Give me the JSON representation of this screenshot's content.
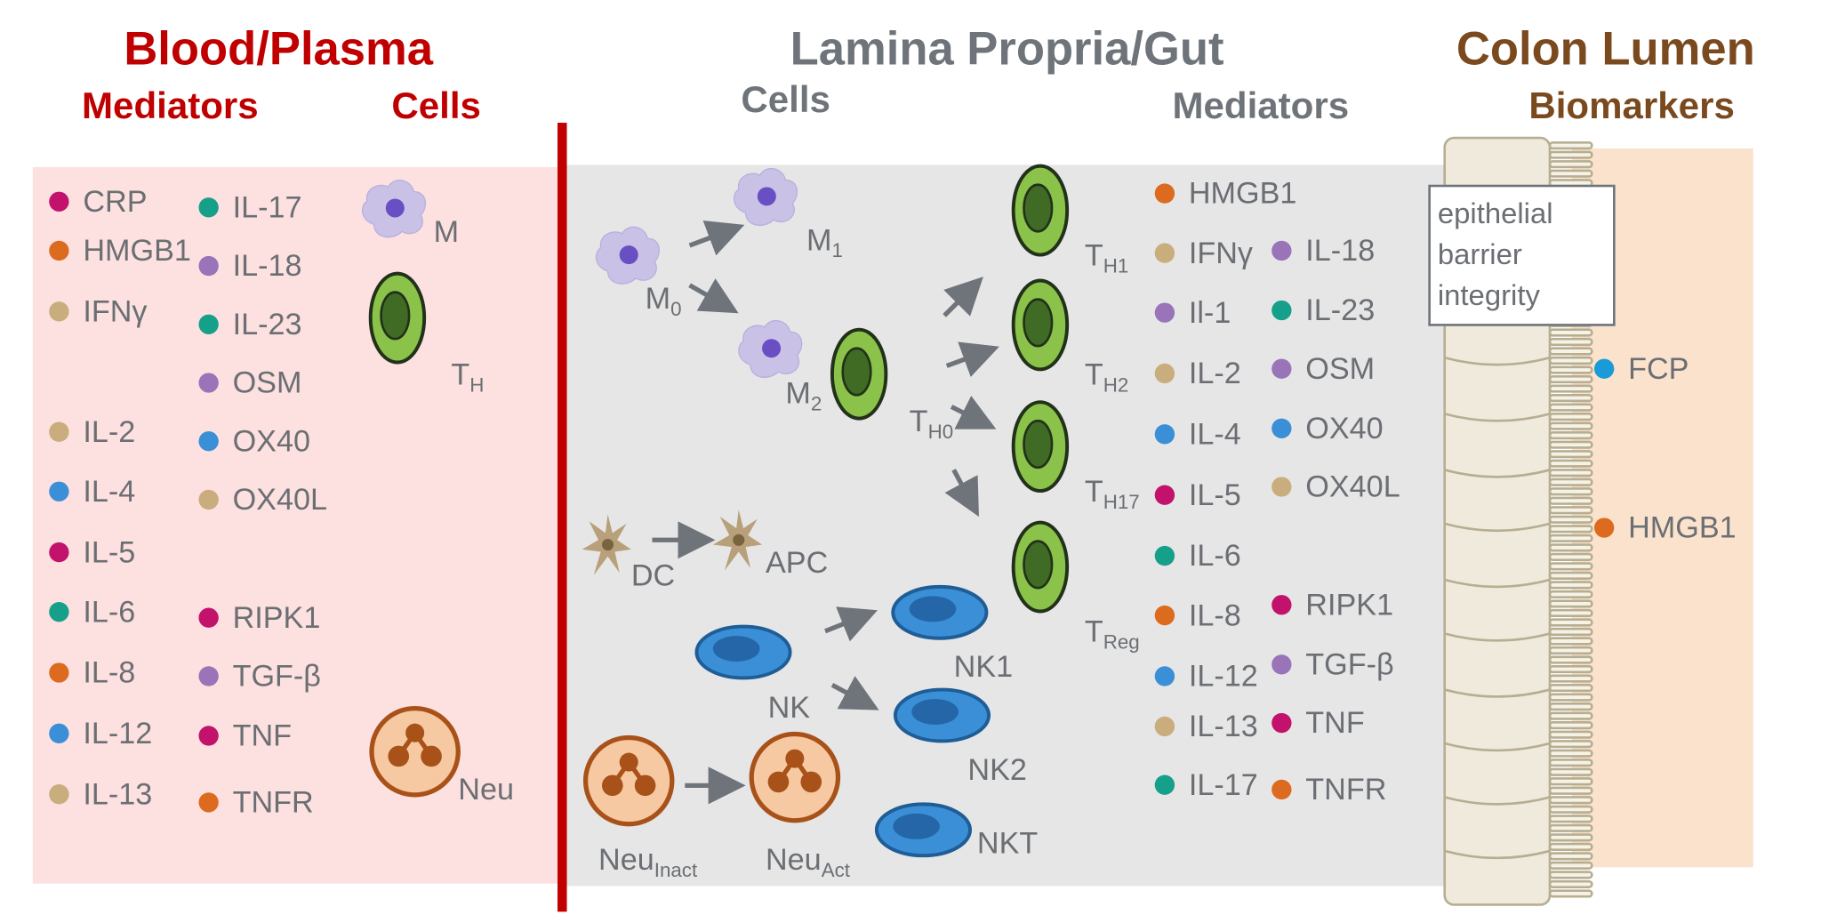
{
  "headers": {
    "blood": {
      "title": "Blood/Plasma",
      "mediators": "Mediators",
      "cells": "Cells"
    },
    "gut": {
      "title": "Lamina Propria/Gut",
      "cells": "Cells",
      "mediators": "Mediators"
    },
    "lumen": {
      "title": "Colon Lumen",
      "biomarkers": "Biomarkers"
    }
  },
  "colors": {
    "magenta": "#c2126c",
    "orange": "#dd6b1f",
    "tan": "#c9ad7c",
    "teal": "#16a08a",
    "purple": "#9a74b8",
    "blue": "#3a8fd6",
    "bloodPanel": "#fde0e0",
    "gutPanel": "#e6e6e7",
    "lumenPanel": "#fbe2cc",
    "divider": "#c00000"
  },
  "blood_mediators_col1": [
    {
      "label": "CRP",
      "color": "#c2126c"
    },
    {
      "label": "HMGB1",
      "color": "#dd6b1f"
    },
    {
      "label": "IFNγ",
      "color": "#c9ad7c"
    },
    {
      "label": "IL-2",
      "color": "#c9ad7c"
    },
    {
      "label": "IL-4",
      "color": "#3a8fd6"
    },
    {
      "label": "IL-5",
      "color": "#c2126c"
    },
    {
      "label": "IL-6",
      "color": "#16a08a"
    },
    {
      "label": "IL-8",
      "color": "#dd6b1f"
    },
    {
      "label": "IL-12",
      "color": "#3a8fd6"
    },
    {
      "label": "IL-13",
      "color": "#c9ad7c"
    }
  ],
  "blood_mediators_col2": [
    {
      "label": "IL-17",
      "color": "#16a08a"
    },
    {
      "label": "IL-18",
      "color": "#9a74b8"
    },
    {
      "label": "IL-23",
      "color": "#16a08a"
    },
    {
      "label": "OSM",
      "color": "#9a74b8"
    },
    {
      "label": "OX40",
      "color": "#3a8fd6"
    },
    {
      "label": "OX40L",
      "color": "#c9ad7c"
    },
    {
      "label": "RIPK1",
      "color": "#c2126c"
    },
    {
      "label": "TGF-β",
      "color": "#9a74b8"
    },
    {
      "label": "TNF",
      "color": "#c2126c"
    },
    {
      "label": "TNFR",
      "color": "#dd6b1f"
    }
  ],
  "blood_cells": {
    "macrophage": "M",
    "th_main": "T",
    "th_sub": "H",
    "neutrophil": "Neu"
  },
  "gut_cells": {
    "m0_main": "M",
    "m0_sub": "0",
    "m1_main": "M",
    "m1_sub": "1",
    "m2_main": "M",
    "m2_sub": "2",
    "th0_main": "T",
    "th0_sub": "H0",
    "th1_main": "T",
    "th1_sub": "H1",
    "th2_main": "T",
    "th2_sub": "H2",
    "th17_main": "T",
    "th17_sub": "H17",
    "treg_main": "T",
    "treg_sub": "Reg",
    "dc": "DC",
    "apc": "APC",
    "nk": "NK",
    "nk1": "NK1",
    "nk2": "NK2",
    "nkt": "NKT",
    "neu_inact_main": "Neu",
    "neu_inact_sub": "Inact",
    "neu_act_main": "Neu",
    "neu_act_sub": "Act"
  },
  "gut_mediators_col1": [
    {
      "label": "HMGB1",
      "color": "#dd6b1f"
    },
    {
      "label": "IFNγ",
      "color": "#c9ad7c"
    },
    {
      "label": "Il-1",
      "color": "#9a74b8"
    },
    {
      "label": "IL-2",
      "color": "#c9ad7c"
    },
    {
      "label": "IL-4",
      "color": "#3a8fd6"
    },
    {
      "label": "IL-5",
      "color": "#c2126c"
    },
    {
      "label": "IL-6",
      "color": "#16a08a"
    },
    {
      "label": "IL-8",
      "color": "#dd6b1f"
    },
    {
      "label": "IL-12",
      "color": "#3a8fd6"
    },
    {
      "label": "IL-13",
      "color": "#c9ad7c"
    },
    {
      "label": "IL-17",
      "color": "#16a08a"
    }
  ],
  "gut_mediators_col2": [
    {
      "label": "IL-18",
      "color": "#9a74b8"
    },
    {
      "label": "IL-23",
      "color": "#16a08a"
    },
    {
      "label": "OSM",
      "color": "#9a74b8"
    },
    {
      "label": "OX40",
      "color": "#3a8fd6"
    },
    {
      "label": "OX40L",
      "color": "#c9ad7c"
    },
    {
      "label": "RIPK1",
      "color": "#c2126c"
    },
    {
      "label": "TGF-β",
      "color": "#9a74b8"
    },
    {
      "label": "TNF",
      "color": "#c2126c"
    },
    {
      "label": "TNFR",
      "color": "#dd6b1f"
    }
  ],
  "barrier": {
    "line1": "epithelial",
    "line2": "barrier",
    "line3": "integrity"
  },
  "lumen_biomarkers": [
    {
      "label": "FCP",
      "color": "#3a8fd6"
    },
    {
      "label": "HMGB1",
      "color": "#dd6b1f"
    }
  ]
}
